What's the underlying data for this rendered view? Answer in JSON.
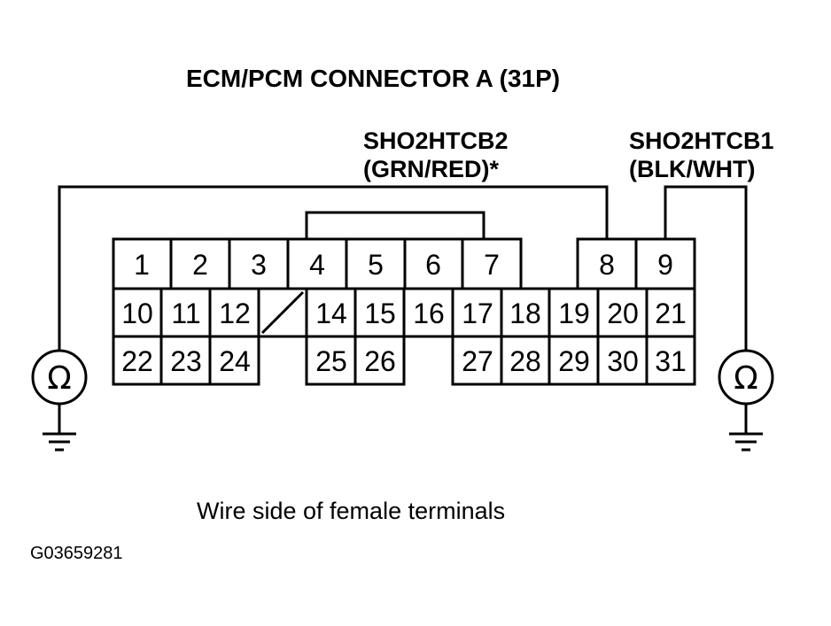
{
  "title": "ECM/PCM CONNECTOR A (31P)",
  "labels": {
    "left_wire_name": "SHO2HTCB2",
    "left_wire_color": "(GRN/RED)*",
    "right_wire_name": "SHO2HTCB1",
    "right_wire_color": "(BLK/WHT)"
  },
  "terminals": {
    "row1": [
      "1",
      "2",
      "3",
      "4",
      "5",
      "6",
      "7",
      "8",
      "9"
    ],
    "row2": [
      "10",
      "11",
      "12",
      "14",
      "15",
      "16",
      "17",
      "18",
      "19",
      "20",
      "21"
    ],
    "row3": [
      "22",
      "23",
      "24",
      "25",
      "26",
      "27",
      "28",
      "29",
      "30",
      "31"
    ]
  },
  "meter_symbol": "Ω",
  "caption": "Wire side of female terminals",
  "figure_code": "G03659281"
}
